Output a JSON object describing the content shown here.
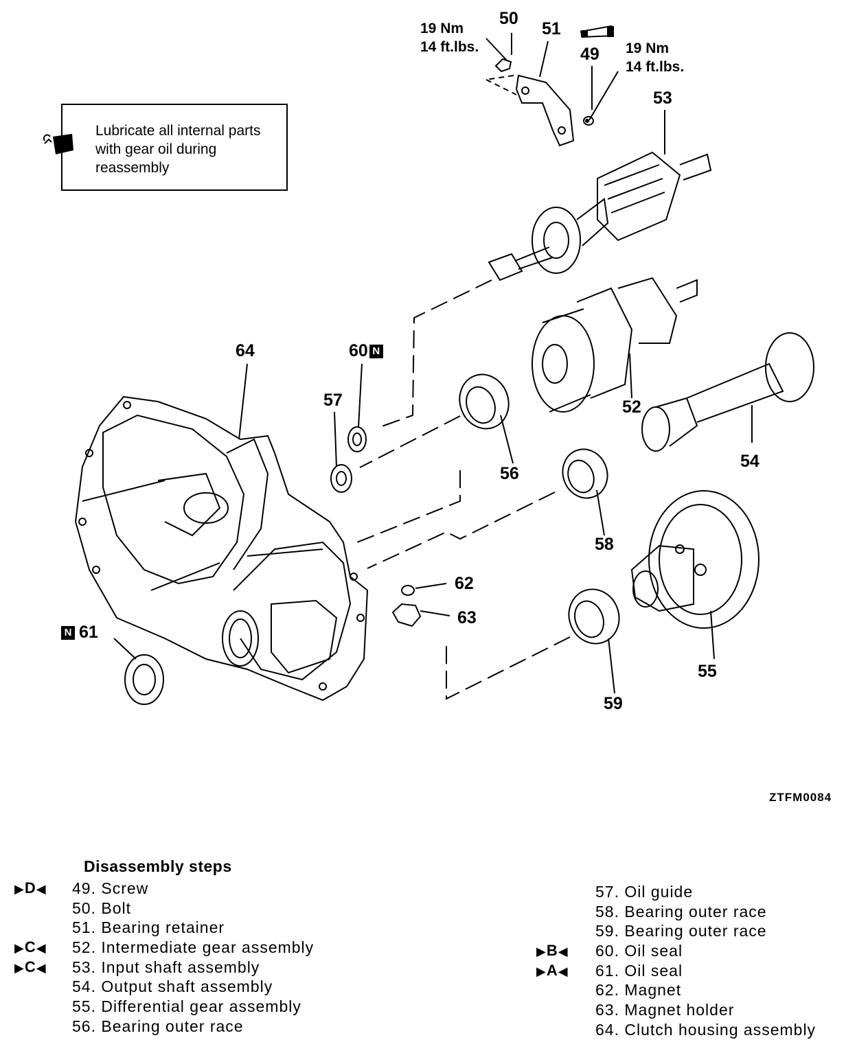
{
  "note": {
    "text": "Lubricate all internal parts with gear oil during reassembly",
    "icon": "oil-can-icon"
  },
  "torque_50": {
    "nm": "19 Nm",
    "ftlbs": "14 ft.lbs."
  },
  "torque_49": {
    "nm": "19 Nm",
    "ftlbs": "14 ft.lbs."
  },
  "callouts": {
    "c49": "49",
    "c50": "50",
    "c51": "51",
    "c52": "52",
    "c53": "53",
    "c54": "54",
    "c55": "55",
    "c56": "56",
    "c57": "57",
    "c58": "58",
    "c59": "59",
    "c60": "60",
    "c61": "61",
    "c62": "62",
    "c63": "63",
    "c64": "64"
  },
  "new_part_badge": "N",
  "figure_code": "ZTFM0084",
  "steps_title": "Disassembly steps",
  "steps_left": [
    {
      "mark": "D",
      "text": "49. Screw"
    },
    {
      "mark": "",
      "text": "50. Bolt"
    },
    {
      "mark": "",
      "text": "51. Bearing retainer"
    },
    {
      "mark": "C",
      "text": "52. Intermediate gear assembly"
    },
    {
      "mark": "C",
      "text": "53. Input shaft assembly"
    },
    {
      "mark": "",
      "text": "54. Output shaft assembly"
    },
    {
      "mark": "",
      "text": "55. Differential gear assembly"
    },
    {
      "mark": "",
      "text": "56. Bearing outer race"
    }
  ],
  "steps_right": [
    {
      "mark": "",
      "text": "57. Oil guide"
    },
    {
      "mark": "",
      "text": "58. Bearing outer race"
    },
    {
      "mark": "",
      "text": "59. Bearing outer race"
    },
    {
      "mark": "B",
      "text": "60. Oil seal"
    },
    {
      "mark": "A",
      "text": "61. Oil seal"
    },
    {
      "mark": "",
      "text": "62. Magnet"
    },
    {
      "mark": "",
      "text": "63. Magnet holder"
    },
    {
      "mark": "",
      "text": "64. Clutch housing assembly"
    }
  ]
}
